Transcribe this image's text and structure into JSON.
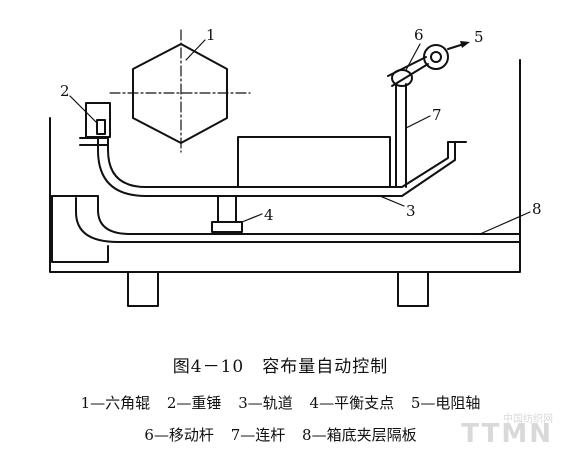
{
  "diagram": {
    "labels": [
      "1",
      "2",
      "3",
      "4",
      "5",
      "6",
      "7",
      "8"
    ]
  },
  "figure": {
    "title": "图4－10　容布量自动控制"
  },
  "legend": {
    "row1": [
      "1—六角辊",
      "2—重锤",
      "3—轨道",
      "4—平衡支点",
      "5—电阻轴"
    ],
    "row2": [
      "6—移动杆",
      "7—连杆",
      "8—箱底夹层隔板"
    ]
  },
  "watermark": {
    "brand": "TTMN",
    "sub": "中国纺织网"
  }
}
